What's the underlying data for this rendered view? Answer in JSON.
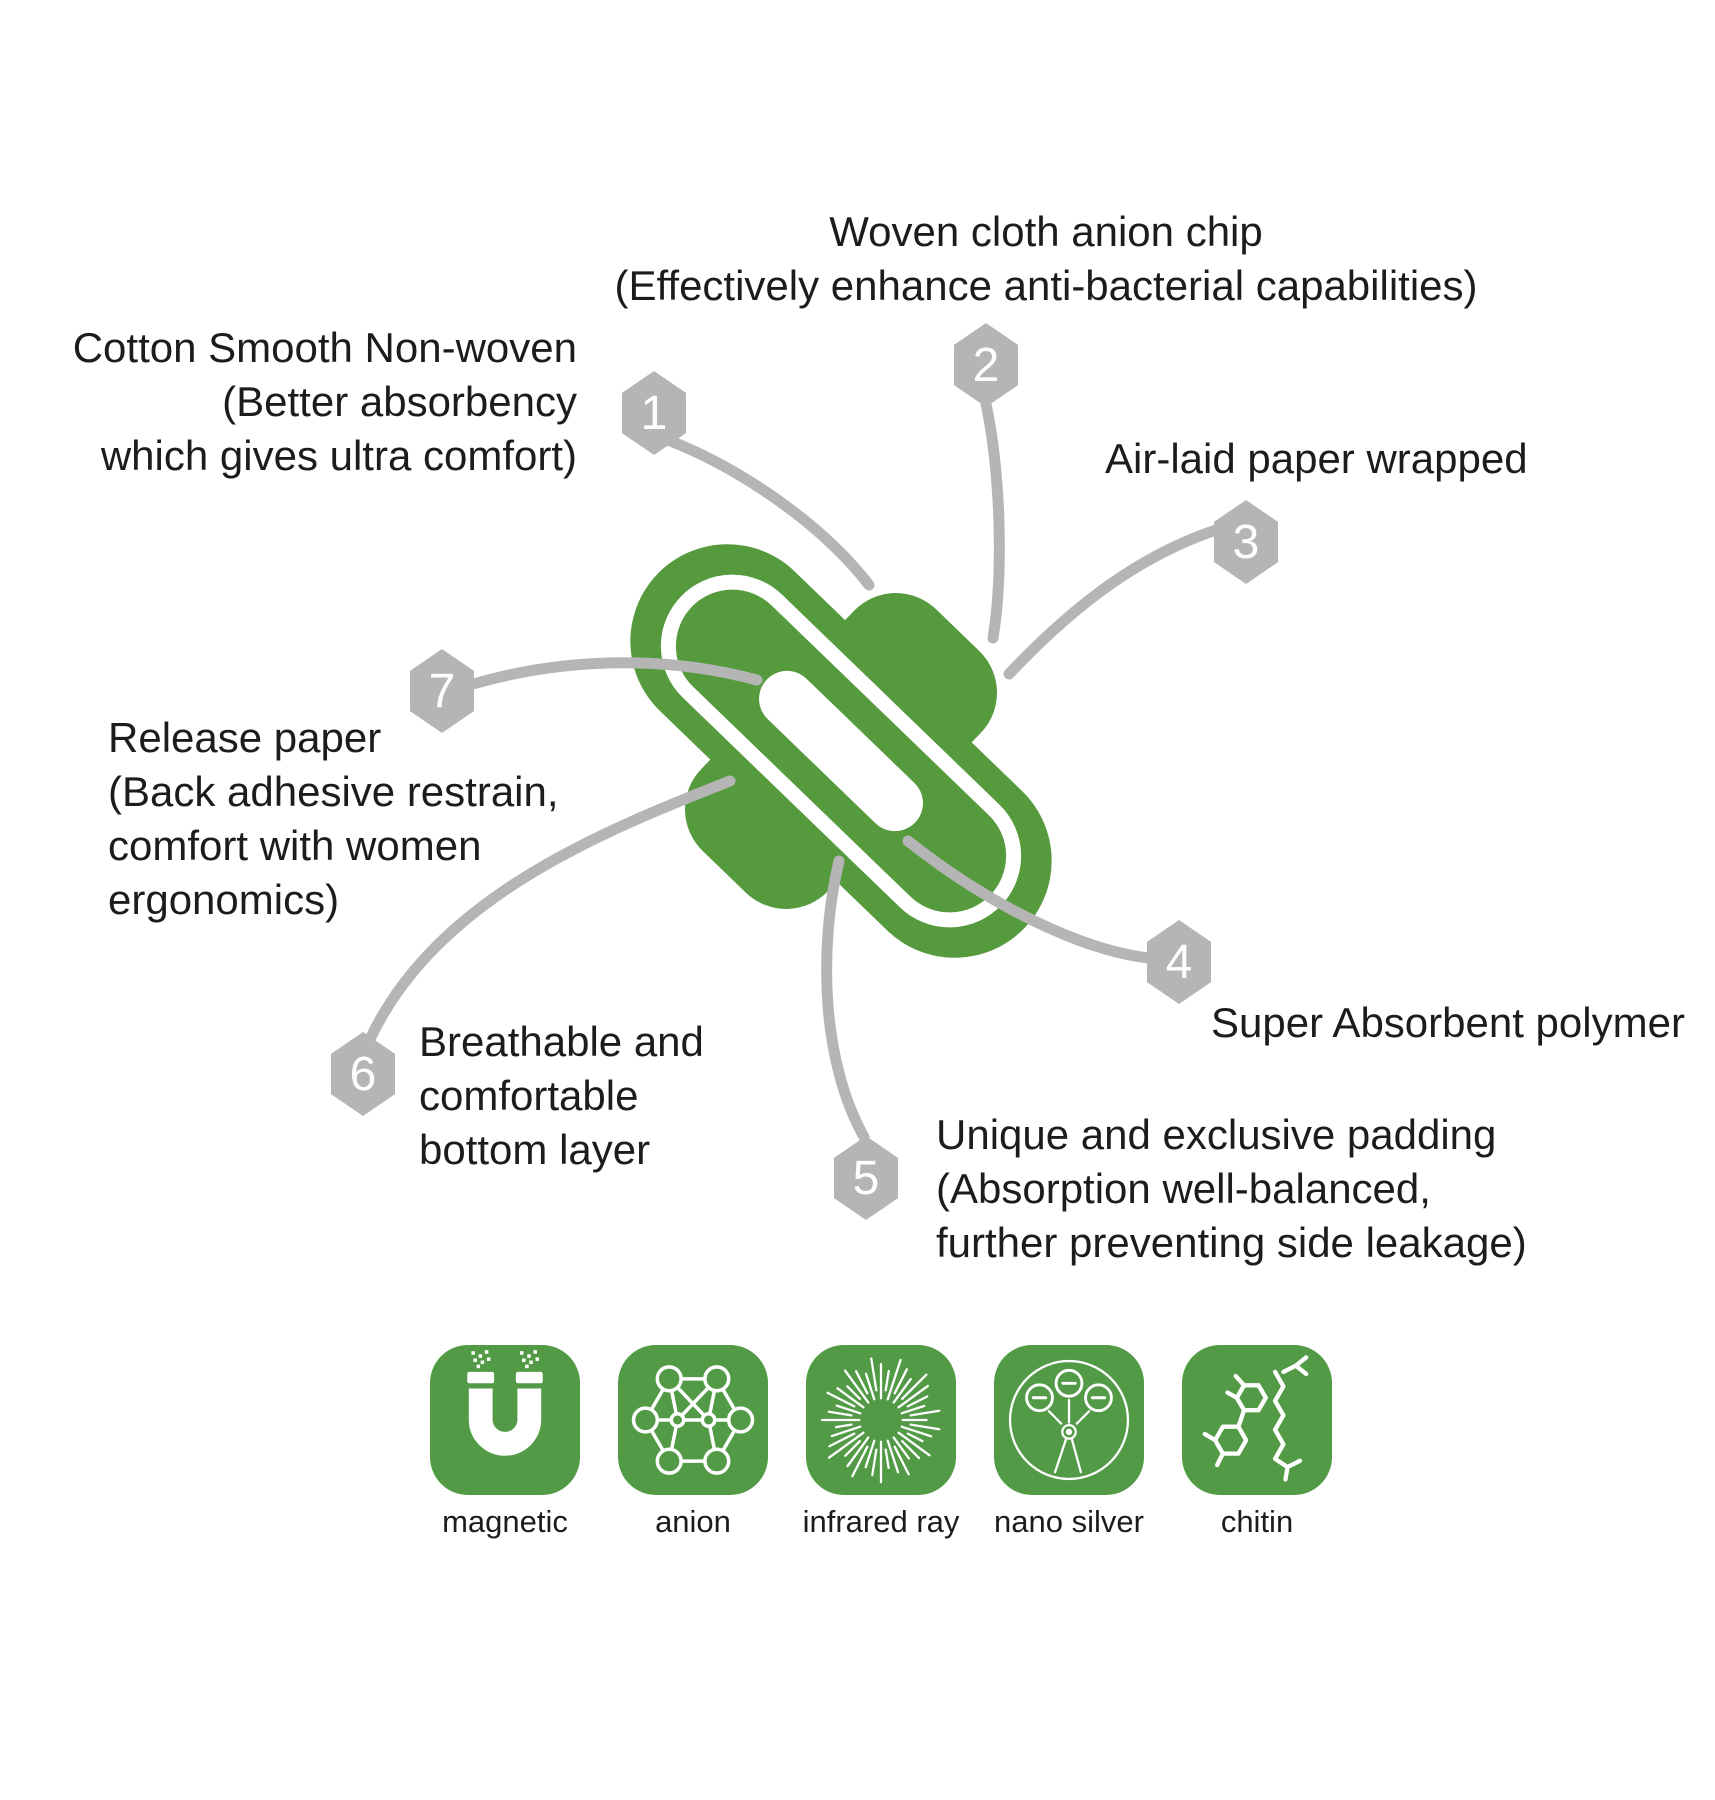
{
  "callouts": {
    "cotton": {
      "badge": "1",
      "text": "Cotton Smooth Non-woven\n(Better absorbency\nwhich gives ultra comfort)"
    },
    "woven_chip": {
      "badge": "2",
      "text": "Woven cloth anion chip\n(Effectively enhance anti-bacterial capabilities)"
    },
    "airlaid": {
      "badge": "3",
      "text": "Air-laid paper wrapped"
    },
    "super_absorbent": {
      "badge": "4",
      "text": "Super Absorbent polymer"
    },
    "unique_padding": {
      "badge": "5",
      "text": "Unique and exclusive padding\n(Absorption well-balanced,\nfurther preventing side leakage)"
    },
    "breathable": {
      "badge": "6",
      "text": "Breathable and\ncomfortable\nbottom layer"
    },
    "release_paper": {
      "badge": "7",
      "text": "Release paper\n(Back adhesive restrain,\ncomfort with women\nergonomics)"
    }
  },
  "badges": [
    "1",
    "2",
    "3",
    "4",
    "5",
    "6",
    "7"
  ],
  "features": [
    {
      "label": "magnetic",
      "icon": "magnet-icon"
    },
    {
      "label": "anion",
      "icon": "molecule-network-icon"
    },
    {
      "label": "infrared ray",
      "icon": "sunburst-icon"
    },
    {
      "label": "nano silver",
      "icon": "nano-silver-meter-icon"
    },
    {
      "label": "chitin",
      "icon": "chemical-structure-icon"
    }
  ],
  "colors": {
    "pad_green": "#569a3e",
    "tile_green": "#539a47",
    "connector_gray": "#b5b5b5",
    "text": "#1c1c1c"
  }
}
